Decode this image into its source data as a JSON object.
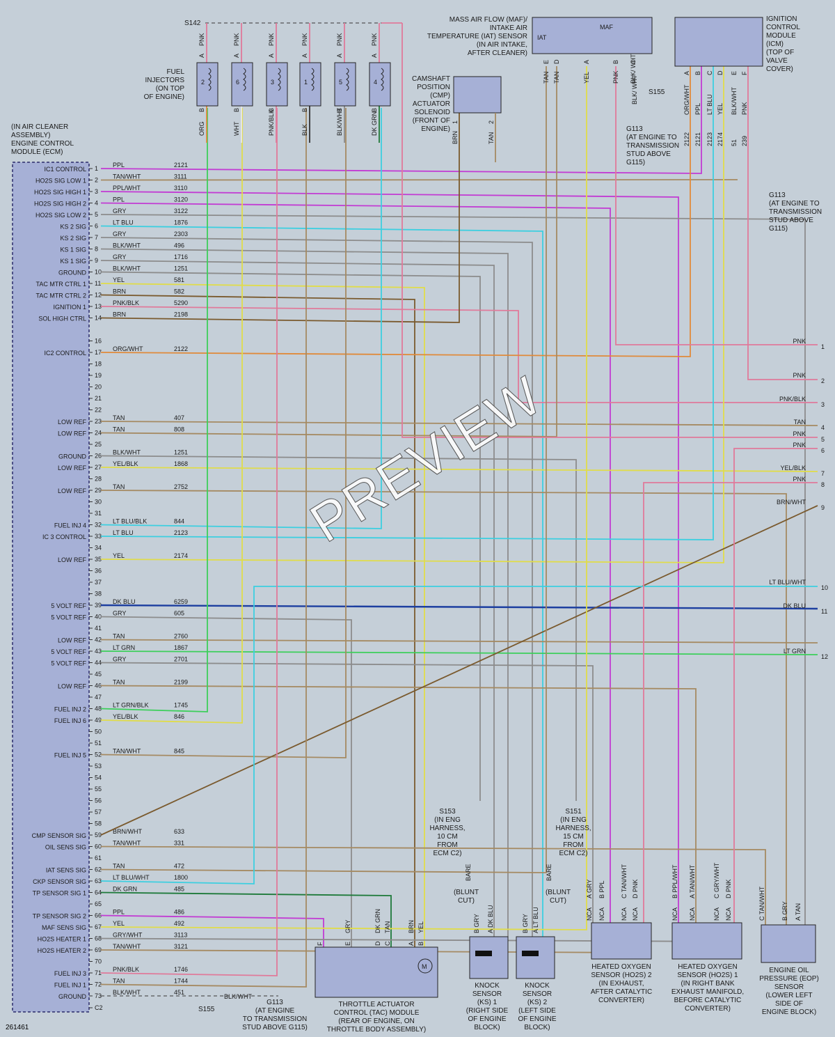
{
  "title": {
    "ecm": "(IN AIR CLEANER\nASSEMBLY)\nENGINE CONTROL\nMODULE (ECM)",
    "fuel_injectors": "FUEL\nINJECTORS\n(ON TOP\nOF ENGINE)",
    "maf": "MASS AIR FLOW (MAF)/\nINTAKE AIR\nTEMPERATURE (IAT) SENSOR\n(IN AIR INTAKE,\nAFTER CLEANER)",
    "icm": "IGNITION\nCONTROL\nMODULE\n(ICM)\n(TOP OF\nVALVE\nCOVER)",
    "cmp": "CAMSHAFT\nPOSITION\n(CMP)\nACTUATOR\nSOLENOID\n(FRONT OF\nENGINE)",
    "g113_top": "G113\n(AT ENGINE TO\nTRANSMISSION\nSTUD ABOVE\nG115)",
    "g113_right": "G113\n(AT ENGINE TO\nTRANSMISSION\nSTUD ABOVE\nG115)",
    "g113_bottom": "G113\n(AT ENGINE\nTO TRANSMISSION\nSTUD ABOVE G115)",
    "tac": "THROTTLE ACTUATOR\nCONTROL (TAC) MODULE\n(REAR OF ENGINE, ON\nTHROTTLE BODY ASSEMBLY)",
    "ks1": "KNOCK\nSENSOR\n(KS) 1\n(RIGHT SIDE\nOF ENGINE\nBLOCK)",
    "ks2": "KNOCK\nSENSOR\n(KS) 2\n(LEFT SIDE\nOF ENGINE\nBLOCK)",
    "ho2s2": "HEATED OXYGEN\nSENSOR (HO2S) 2\n(IN EXHAUST,\nAFTER CATALYTIC\nCONVERTER)",
    "ho2s1": "HEATED OXYGEN\nSENSOR (HO2S) 1\n(IN RIGHT BANK\nEXHAUST MANIFOLD,\nBEFORE CATALYTIC\nCONVERTER)",
    "eop": "ENGINE OIL\nPRESSURE (EOP)\nSENSOR\n(LOWER LEFT\nSIDE OF\nENGINE BLOCK)",
    "s153": "S153\n(IN ENG\nHARNESS,\n10 CM\nFROM\nECM C2)",
    "s151": "S151\n(IN ENG\nHARNESS,\n15 CM\nFROM\nECM C2)",
    "blunt1": "(BLUNT\nCUT)",
    "blunt2": "(BLUNT\nCUT)",
    "s142": "S142",
    "s155_top": "S155",
    "s155_bottom": "S155",
    "doc_number": "261461",
    "watermark": "PREVIEW"
  },
  "pins": [
    {
      "n": "1",
      "func": "IC1 CONTROL",
      "color": "PPL",
      "circuit": "2121"
    },
    {
      "n": "2",
      "func": "HO2S SIG LOW 1",
      "color": "TAN/WHT",
      "circuit": "3111"
    },
    {
      "n": "3",
      "func": "HO2S SIG HIGH 1",
      "color": "PPL/WHT",
      "circuit": "3110"
    },
    {
      "n": "4",
      "func": "HO2S SIG HIGH 2",
      "color": "PPL",
      "circuit": "3120"
    },
    {
      "n": "5",
      "func": "HO2S SIG LOW 2",
      "color": "GRY",
      "circuit": "3122"
    },
    {
      "n": "6",
      "func": "KS 2 SIG",
      "color": "LT BLU",
      "circuit": "1876"
    },
    {
      "n": "7",
      "func": "KS 2 SIG",
      "color": "GRY",
      "circuit": "2303"
    },
    {
      "n": "8",
      "func": "KS 1 SIG",
      "color": "BLK/WHT",
      "circuit": "496"
    },
    {
      "n": "9",
      "func": "KS 1 SIG",
      "color": "GRY",
      "circuit": "1716"
    },
    {
      "n": "10",
      "func": "GROUND",
      "color": "BLK/WHT",
      "circuit": "1251"
    },
    {
      "n": "11",
      "func": "TAC MTR CTRL 1",
      "color": "YEL",
      "circuit": "581"
    },
    {
      "n": "12",
      "func": "TAC MTR CTRL 2",
      "color": "BRN",
      "circuit": "582"
    },
    {
      "n": "13",
      "func": "IGNITION 1",
      "color": "PNK/BLK",
      "circuit": "5290"
    },
    {
      "n": "14",
      "func": "SOL HIGH CTRL",
      "color": "BRN",
      "circuit": "2198"
    },
    {
      "n": "16",
      "func": "",
      "color": "",
      "circuit": ""
    },
    {
      "n": "17",
      "func": "IC2 CONTROL",
      "color": "ORG/WHT",
      "circuit": "2122"
    },
    {
      "n": "18",
      "func": "",
      "color": "",
      "circuit": ""
    },
    {
      "n": "19",
      "func": "",
      "color": "",
      "circuit": ""
    },
    {
      "n": "20",
      "func": "",
      "color": "",
      "circuit": ""
    },
    {
      "n": "21",
      "func": "",
      "color": "",
      "circuit": ""
    },
    {
      "n": "22",
      "func": "",
      "color": "",
      "circuit": ""
    },
    {
      "n": "23",
      "func": "LOW REF",
      "color": "TAN",
      "circuit": "407"
    },
    {
      "n": "24",
      "func": "LOW REF",
      "color": "TAN",
      "circuit": "808"
    },
    {
      "n": "25",
      "func": "",
      "color": "",
      "circuit": ""
    },
    {
      "n": "26",
      "func": "GROUND",
      "color": "BLK/WHT",
      "circuit": "1251"
    },
    {
      "n": "27",
      "func": "LOW REF",
      "color": "YEL/BLK",
      "circuit": "1868"
    },
    {
      "n": "28",
      "func": "",
      "color": "",
      "circuit": ""
    },
    {
      "n": "29",
      "func": "LOW REF",
      "color": "TAN",
      "circuit": "2752"
    },
    {
      "n": "30",
      "func": "",
      "color": "",
      "circuit": ""
    },
    {
      "n": "31",
      "func": "",
      "color": "",
      "circuit": ""
    },
    {
      "n": "32",
      "func": "FUEL INJ 4",
      "color": "LT BLU/BLK",
      "circuit": "844"
    },
    {
      "n": "33",
      "func": "IC 3 CONTROL",
      "color": "LT BLU",
      "circuit": "2123"
    },
    {
      "n": "34",
      "func": "",
      "color": "",
      "circuit": ""
    },
    {
      "n": "35",
      "func": "LOW REF",
      "color": "YEL",
      "circuit": "2174"
    },
    {
      "n": "36",
      "func": "",
      "color": "",
      "circuit": ""
    },
    {
      "n": "37",
      "func": "",
      "color": "",
      "circuit": ""
    },
    {
      "n": "38",
      "func": "",
      "color": "",
      "circuit": ""
    },
    {
      "n": "39",
      "func": "5 VOLT REF",
      "color": "DK BLU",
      "circuit": "6259"
    },
    {
      "n": "40",
      "func": "5 VOLT REF",
      "color": "GRY",
      "circuit": "605"
    },
    {
      "n": "41",
      "func": "",
      "color": "",
      "circuit": ""
    },
    {
      "n": "42",
      "func": "LOW REF",
      "color": "TAN",
      "circuit": "2760"
    },
    {
      "n": "43",
      "func": "5 VOLT REF",
      "color": "LT GRN",
      "circuit": "1867"
    },
    {
      "n": "44",
      "func": "5 VOLT REF",
      "color": "GRY",
      "circuit": "2701"
    },
    {
      "n": "45",
      "func": "",
      "color": "",
      "circuit": ""
    },
    {
      "n": "46",
      "func": "LOW REF",
      "color": "TAN",
      "circuit": "2199"
    },
    {
      "n": "47",
      "func": "",
      "color": "",
      "circuit": ""
    },
    {
      "n": "48",
      "func": "FUEL INJ 2",
      "color": "LT GRN/BLK",
      "circuit": "1745"
    },
    {
      "n": "49",
      "func": "FUEL INJ 6",
      "color": "YEL/BLK",
      "circuit": "846"
    },
    {
      "n": "50",
      "func": "",
      "color": "",
      "circuit": ""
    },
    {
      "n": "51",
      "func": "",
      "color": "",
      "circuit": ""
    },
    {
      "n": "52",
      "func": "FUEL INJ 5",
      "color": "TAN/WHT",
      "circuit": "845"
    },
    {
      "n": "53",
      "func": "",
      "color": "",
      "circuit": ""
    },
    {
      "n": "54",
      "func": "",
      "color": "",
      "circuit": ""
    },
    {
      "n": "55",
      "func": "",
      "color": "",
      "circuit": ""
    },
    {
      "n": "56",
      "func": "",
      "color": "",
      "circuit": ""
    },
    {
      "n": "57",
      "func": "",
      "color": "",
      "circuit": ""
    },
    {
      "n": "58",
      "func": "",
      "color": "",
      "circuit": ""
    },
    {
      "n": "59",
      "func": "CMP SENSOR SIG",
      "color": "BRN/WHT",
      "circuit": "633"
    },
    {
      "n": "60",
      "func": "OIL SENS SIG",
      "color": "TAN/WHT",
      "circuit": "331"
    },
    {
      "n": "61",
      "func": "",
      "color": "",
      "circuit": ""
    },
    {
      "n": "62",
      "func": "IAT SENS SIG",
      "color": "TAN",
      "circuit": "472"
    },
    {
      "n": "63",
      "func": "CKP SENSOR SIG",
      "color": "LT BLU/WHT",
      "circuit": "1800"
    },
    {
      "n": "64",
      "func": "TP SENSOR SIG 1",
      "color": "DK GRN",
      "circuit": "485"
    },
    {
      "n": "65",
      "func": "",
      "color": "",
      "circuit": ""
    },
    {
      "n": "66",
      "func": "TP SENSOR SIG 2",
      "color": "PPL",
      "circuit": "486"
    },
    {
      "n": "67",
      "func": "MAF SENS SIG",
      "color": "YEL",
      "circuit": "492"
    },
    {
      "n": "68",
      "func": "HO2S HEATER 1",
      "color": "GRY/WHT",
      "circuit": "3113"
    },
    {
      "n": "69",
      "func": "HO2S HEATER 2",
      "color": "TAN/WHT",
      "circuit": "3121"
    },
    {
      "n": "70",
      "func": "",
      "color": "",
      "circuit": ""
    },
    {
      "n": "71",
      "func": "FUEL INJ 3",
      "color": "PNK/BLK",
      "circuit": "1746"
    },
    {
      "n": "72",
      "func": "FUEL INJ 1",
      "color": "TAN",
      "circuit": "1744"
    },
    {
      "n": "73",
      "func": "GROUND",
      "color": "BLK/WHT",
      "circuit": "451"
    },
    {
      "n": "C2",
      "func": "",
      "color": "",
      "circuit": ""
    }
  ],
  "right_connectors": [
    {
      "n": "1",
      "color": "PNK"
    },
    {
      "n": "2",
      "color": "PNK"
    },
    {
      "n": "3",
      "color": "PNK/BLK"
    },
    {
      "n": "4",
      "color": "TAN"
    },
    {
      "n": "5",
      "color": "PNK"
    },
    {
      "n": "6",
      "color": "PNK"
    },
    {
      "n": "7",
      "color": "YEL/BLK"
    },
    {
      "n": "8",
      "color": "PNK"
    },
    {
      "n": "9",
      "color": "BRN/WHT"
    },
    {
      "n": "10",
      "color": "LT BLU/WHT"
    },
    {
      "n": "11",
      "color": "DK BLU"
    },
    {
      "n": "12",
      "color": "LT GRN"
    }
  ],
  "injectors": [
    {
      "num": "2",
      "bottom": "ORG"
    },
    {
      "num": "6",
      "bottom": "WHT"
    },
    {
      "num": "3",
      "bottom": "PNK/BLK"
    },
    {
      "num": "1",
      "bottom": "BLK"
    },
    {
      "num": "5",
      "bottom": "BLK/WHT"
    },
    {
      "num": "4",
      "bottom": "DK GRN"
    }
  ],
  "injector_pins": {
    "a": "A",
    "b": "B",
    "feed": "PNK"
  },
  "maf_pins": [
    {
      "pin": "E",
      "wire": "TAN"
    },
    {
      "pin": "D",
      "wire": "TAN"
    },
    {
      "pin": "A",
      "wire": "YEL"
    },
    {
      "pin": "B",
      "wire": "PNK"
    },
    {
      "pin": "C",
      "wire": "BLK/ WHT"
    }
  ],
  "maf_labels": {
    "iat": "IAT",
    "maf": "MAF"
  },
  "icm_pins": [
    {
      "pin": "A",
      "wire": "ORG/WHT",
      "circ": "2122"
    },
    {
      "pin": "B",
      "wire": "PPL",
      "circ": "2121"
    },
    {
      "pin": "C",
      "wire": "LT BLU",
      "circ": "2123"
    },
    {
      "pin": "D",
      "wire": "YEL",
      "circ": "2174"
    },
    {
      "pin": "E",
      "wire": "BLK/WHT",
      "circ": "51"
    },
    {
      "pin": "F",
      "wire": "PNK",
      "circ": "239"
    }
  ],
  "cmp_pins": [
    {
      "pin": "1",
      "wire": "BRN"
    },
    {
      "pin": "2",
      "wire": "TAN"
    }
  ],
  "tac_pins": [
    {
      "pin": "F",
      "wire": ""
    },
    {
      "pin": "E",
      "wire": "GRY"
    },
    {
      "pin": "D",
      "wire": "DK GRN"
    },
    {
      "pin": "C",
      "wire": "TAN"
    },
    {
      "pin": "A",
      "wire": "BRN"
    },
    {
      "pin": "B",
      "wire": "YEL"
    }
  ],
  "ks1_pins": [
    {
      "pin": "B",
      "wire": "GRY"
    },
    {
      "pin": "A",
      "wire": "DK BLU"
    }
  ],
  "ks2_pins": [
    {
      "pin": "B",
      "wire": "GRY"
    },
    {
      "pin": "A",
      "wire": "LT BLU"
    }
  ],
  "ho2s2_pins": [
    {
      "pin": "A",
      "wire": "GRY",
      "nca": "NCA"
    },
    {
      "pin": "B",
      "wire": "PPL",
      "nca": "NCA"
    },
    {
      "pin": "C",
      "wire": "TAN/WHT",
      "nca": "NCA"
    },
    {
      "pin": "D",
      "wire": "PNK",
      "nca": "NCA"
    }
  ],
  "ho2s1_pins": [
    {
      "pin": "B",
      "wire": "PPL/WHT",
      "nca": "NCA"
    },
    {
      "pin": "A",
      "wire": "TAN/WHT",
      "nca": "NCA"
    },
    {
      "pin": "C",
      "wire": "GRY/WHT",
      "nca": "NCA"
    },
    {
      "pin": "D",
      "wire": "PNK",
      "nca": "NCA"
    }
  ],
  "eop_pins": [
    {
      "pin": "C",
      "wire": "TAN/WHT"
    },
    {
      "pin": "B",
      "wire": "GRY"
    },
    {
      "pin": "A",
      "wire": "TAN"
    }
  ],
  "misc": {
    "bare": "BARE",
    "blk_wht_ground": "BLK/WHT",
    "motor": "M",
    "s155_wires": "BLK/ WHT"
  },
  "colors": {
    "background": "#c5cfd8",
    "module_fill": "#a6b0d6",
    "PPL": "#c23bd3",
    "PNK": "#e07a9a",
    "GRY": "#8c8c8c",
    "TAN": "#a58a62",
    "YEL": "#e0dc4a",
    "BRN": "#7a5a2e",
    "LT_BLU": "#3ccfe0",
    "DK_BLU": "#1d3fa0",
    "LT_GRN": "#3ccf5a",
    "DK_GRN": "#1e7a3a",
    "BLK": "#333333",
    "ORG": "#e08a3a"
  }
}
